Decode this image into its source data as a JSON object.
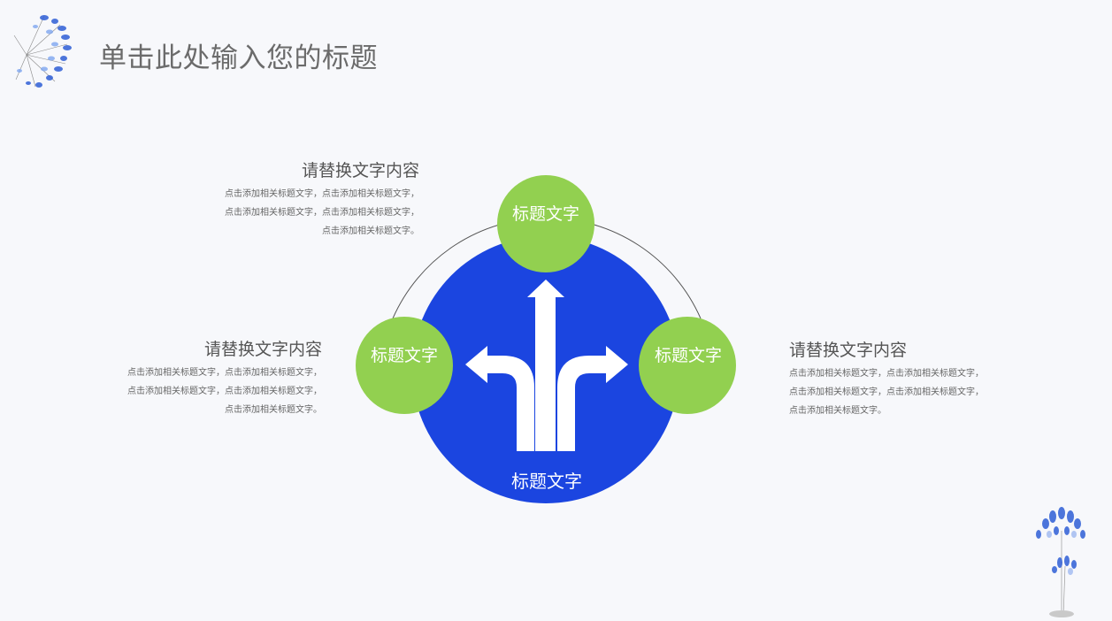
{
  "slide": {
    "title": "单击此处输入您的标题"
  },
  "diagram": {
    "center_label": "标题文字",
    "nodes": [
      {
        "id": "top",
        "label": "标题文字"
      },
      {
        "id": "left",
        "label": "标题文字"
      },
      {
        "id": "right",
        "label": "标题文字"
      }
    ]
  },
  "text_blocks": [
    {
      "heading": "请替换文字内容",
      "body": "点击添加相关标题文字，点击添加相关标题文字，点击添加相关标题文字，点击添加相关标题文字，点击添加相关标题文字。"
    },
    {
      "heading": "请替换文字内容",
      "body": "点击添加相关标题文字，点击添加相关标题文字，点击添加相关标题文字，点击添加相关标题文字，点击添加相关标题文字。"
    },
    {
      "heading": "请替换文字内容",
      "body": "点击添加相关标题文字，点击添加相关标题文字，点击添加相关标题文字，点击添加相关标题文字，点击添加相关标题文字。"
    }
  ],
  "colors": {
    "center": "#1b45e0",
    "nodes": "#92d050",
    "arc": "#555555",
    "arrows": "#ffffff",
    "background": "#f7f8fb"
  },
  "icons": {
    "center": "split-arrows-icon",
    "decoration": "blue-flower-illustration"
  }
}
